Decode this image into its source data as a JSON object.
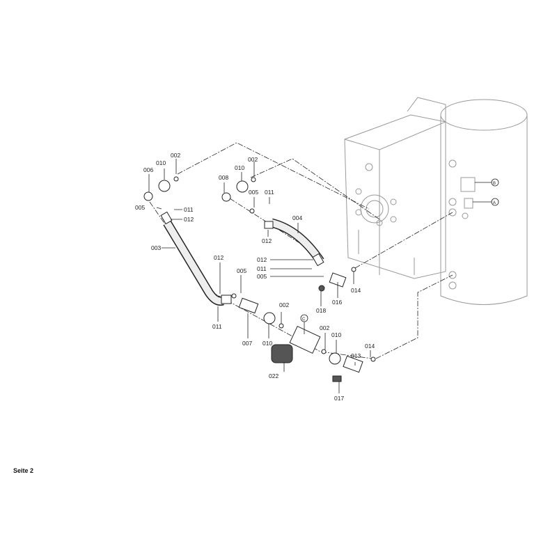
{
  "page_label": "Seite 2",
  "callouts": {
    "c002a": "002",
    "c010a": "010",
    "c006": "006",
    "c005a": "005",
    "c011a": "011",
    "c012a": "012",
    "c003": "003",
    "c008": "008",
    "c010b": "010",
    "c002b": "002",
    "c005b": "005",
    "c011b": "011",
    "c012b": "012",
    "c004": "004",
    "c012c": "012",
    "c011c": "011",
    "c005c": "005",
    "c014a": "014",
    "c016": "016",
    "c018": "018",
    "c012d": "012",
    "c005d": "005",
    "c011d": "011",
    "c007": "007",
    "c010c": "010",
    "c002c": "002",
    "cC": "C",
    "c022": "022",
    "c002d": "002",
    "c010d": "010",
    "c013": "013",
    "c014b": "014",
    "c017": "017",
    "cB": "B",
    "cA": "A"
  }
}
